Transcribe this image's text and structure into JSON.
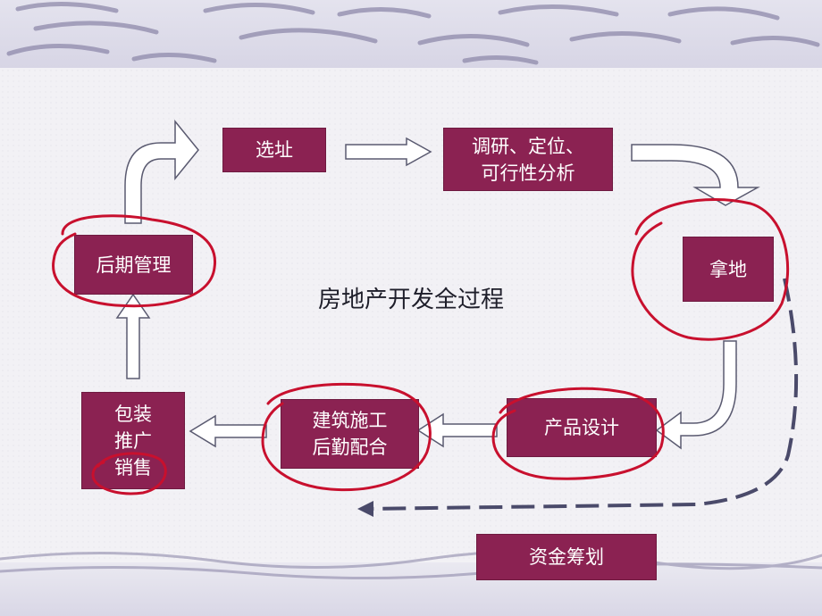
{
  "diagram": {
    "title": "房地产开发全过程",
    "colors": {
      "box_fill": "#8b2252",
      "box_text": "#ffffff",
      "annotation_red": "#c8102e",
      "dashed_arrow": "#4a4a6a"
    },
    "steps": {
      "site_selection": "选址",
      "research_line1": "调研、定位、",
      "research_line2": "可行性分析",
      "land_acquisition": "拿地",
      "product_design": "产品设计",
      "construction_line1": "建筑施工",
      "construction_line2": "后勤配合",
      "marketing_line1": "包装",
      "marketing_line2": "推广",
      "marketing_line3": "销售",
      "post_management": "后期管理",
      "fund_planning": "资金筹划"
    }
  }
}
